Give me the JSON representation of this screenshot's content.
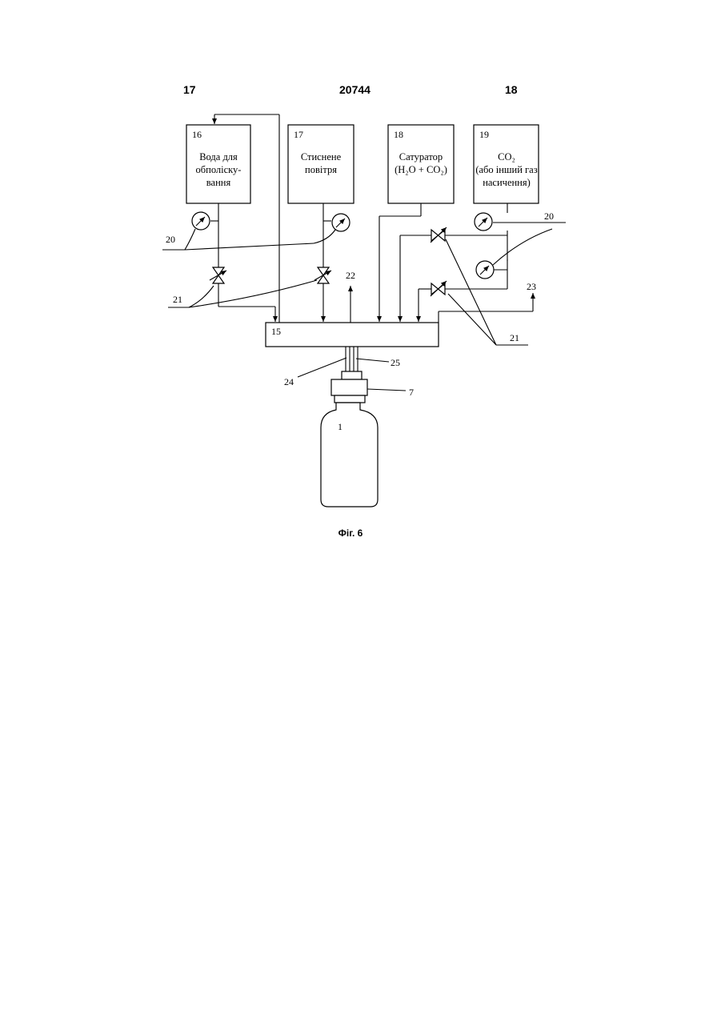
{
  "header": {
    "left": "17",
    "center": "20744",
    "right": "18"
  },
  "boxes": {
    "b16": {
      "num": "16",
      "lines": [
        "Вода для",
        "обполіску-",
        "вання"
      ]
    },
    "b17": {
      "num": "17",
      "lines": [
        "Стиснене",
        "повітря"
      ]
    },
    "b18": {
      "num": "18",
      "lines": [
        "Сатуратор",
        "(H₂O + CO₂)"
      ]
    },
    "b19": {
      "num": "19",
      "lines": [
        "CO₂",
        "(або інший газ",
        "насичення)"
      ]
    },
    "b15": {
      "num": "15"
    }
  },
  "labels": {
    "l20a": "20",
    "l20b": "20",
    "l21a": "21",
    "l21b": "21",
    "l22": "22",
    "l23": "23",
    "l24": "24",
    "l25": "25",
    "l7": "7",
    "l1": "1"
  },
  "caption": "Фіг. 6",
  "colors": {
    "line": "#000000",
    "background": "#ffffff"
  },
  "icons": [
    "pressure-gauge-icon",
    "valve-icon",
    "bottle-icon"
  ]
}
